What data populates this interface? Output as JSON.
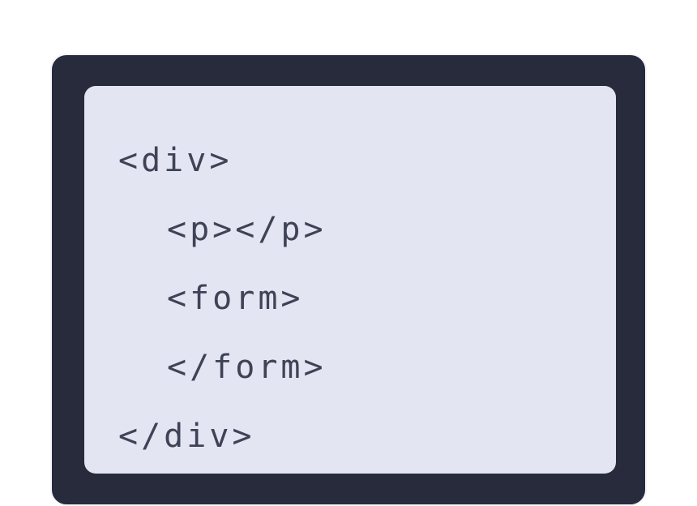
{
  "code": {
    "lines": [
      {
        "text": "<div>",
        "indent": 0
      },
      {
        "text": "<p></p>",
        "indent": 1
      },
      {
        "text": "<form>",
        "indent": 1
      },
      {
        "text": "</form>",
        "indent": 1
      },
      {
        "text": "</div>",
        "indent": 0
      }
    ]
  },
  "colors": {
    "card_background": "#272b3b",
    "card_border": "#f4f4fa",
    "panel_background": "#e4e5f3",
    "code_text": "#3e4356",
    "page_background": "#ffffff"
  }
}
